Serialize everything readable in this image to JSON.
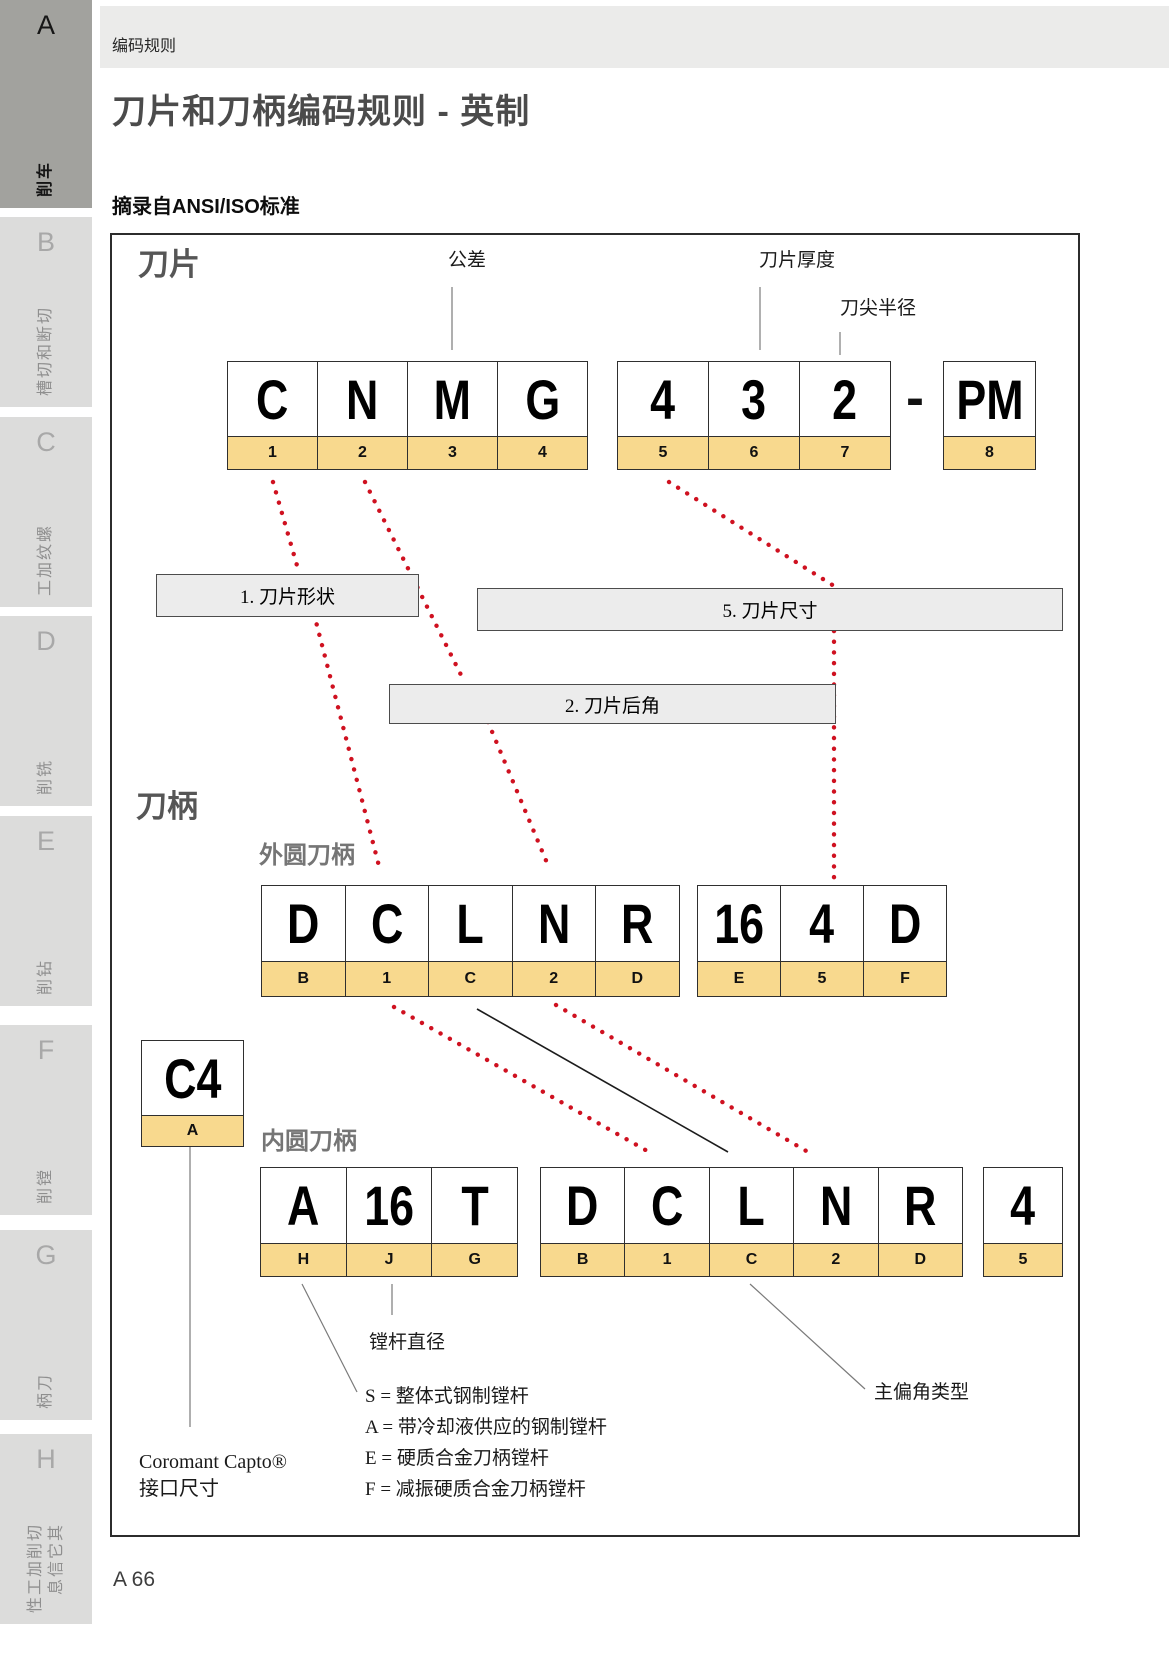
{
  "header": {
    "breadcrumb": "编码规则",
    "title": "刀片和刀柄编码规则 - 英制",
    "subtitle": "摘录自ANSI/ISO标准"
  },
  "sidebar": {
    "tabs": [
      {
        "letter": "A",
        "labels": [
          "车削"
        ],
        "active": true
      },
      {
        "letter": "B",
        "labels": [
          "切断和切槽"
        ],
        "active": false
      },
      {
        "letter": "C",
        "labels": [
          "螺纹加工"
        ],
        "active": false
      },
      {
        "letter": "D",
        "labels": [
          "铣削"
        ],
        "active": false
      },
      {
        "letter": "E",
        "labels": [
          "钻削"
        ],
        "active": false
      },
      {
        "letter": "F",
        "labels": [
          "镗削"
        ],
        "active": false
      },
      {
        "letter": "G",
        "labels": [
          "刀柄"
        ],
        "active": false
      },
      {
        "letter": "H",
        "labels": [
          "切削加工性",
          "其它信息"
        ],
        "active": false
      }
    ]
  },
  "figure": {
    "insert": {
      "section_label": "刀片",
      "tolerance_label": "公差",
      "thickness_label": "刀片厚度",
      "nose_radius_label": "刀尖半径",
      "separator": "-",
      "g1": [
        {
          "ch": "C",
          "idx": "1"
        },
        {
          "ch": "N",
          "idx": "2"
        },
        {
          "ch": "M",
          "idx": "3"
        },
        {
          "ch": "G",
          "idx": "4"
        }
      ],
      "g2": [
        {
          "ch": "4",
          "idx": "5"
        },
        {
          "ch": "3",
          "idx": "6"
        },
        {
          "ch": "2",
          "idx": "7"
        }
      ],
      "g3": [
        {
          "ch": "PM",
          "idx": "8"
        }
      ],
      "callout_shape": "1. 刀片形状",
      "callout_size": "5. 刀片尺寸",
      "callout_clearance": "2. 刀片后角"
    },
    "holder": {
      "section_label": "刀柄",
      "external_label": "外圆刀柄",
      "internal_label": "内圆刀柄",
      "ext1": [
        {
          "ch": "D",
          "idx": "B"
        },
        {
          "ch": "C",
          "idx": "1"
        },
        {
          "ch": "L",
          "idx": "C"
        },
        {
          "ch": "N",
          "idx": "2"
        },
        {
          "ch": "R",
          "idx": "D"
        }
      ],
      "ext2": [
        {
          "ch": "16",
          "idx": "E"
        },
        {
          "ch": "4",
          "idx": "5"
        },
        {
          "ch": "D",
          "idx": "F"
        }
      ],
      "capto": [
        {
          "ch": "C4",
          "idx": "A"
        }
      ],
      "int1": [
        {
          "ch": "A",
          "idx": "H"
        },
        {
          "ch": "16",
          "idx": "J"
        },
        {
          "ch": "T",
          "idx": "G"
        }
      ],
      "int2": [
        {
          "ch": "D",
          "idx": "B"
        },
        {
          "ch": "C",
          "idx": "1"
        },
        {
          "ch": "L",
          "idx": "C"
        },
        {
          "ch": "N",
          "idx": "2"
        },
        {
          "ch": "R",
          "idx": "D"
        }
      ],
      "int3": [
        {
          "ch": "4",
          "idx": "5"
        }
      ],
      "bar_diameter_label": "镗杆直径",
      "bar_types": [
        "S = 整体式钢制镗杆",
        "A = 带冷却液供应的钢制镗杆",
        "E = 硬质合金刀柄镗杆",
        "F = 减振硬质合金刀柄镗杆"
      ],
      "entering_angle_label": "主偏角类型",
      "capto_line1": "Coromant Capto®",
      "capto_line2": "接口尺寸"
    }
  },
  "footer": {
    "page_number": "A 66"
  },
  "colors": {
    "index_row_yellow": "#f8d98e",
    "dotted_line_red": "#cf1120",
    "active_tab_gray": "#a2a29e",
    "inactive_tab_gray": "#dcdcdb"
  }
}
